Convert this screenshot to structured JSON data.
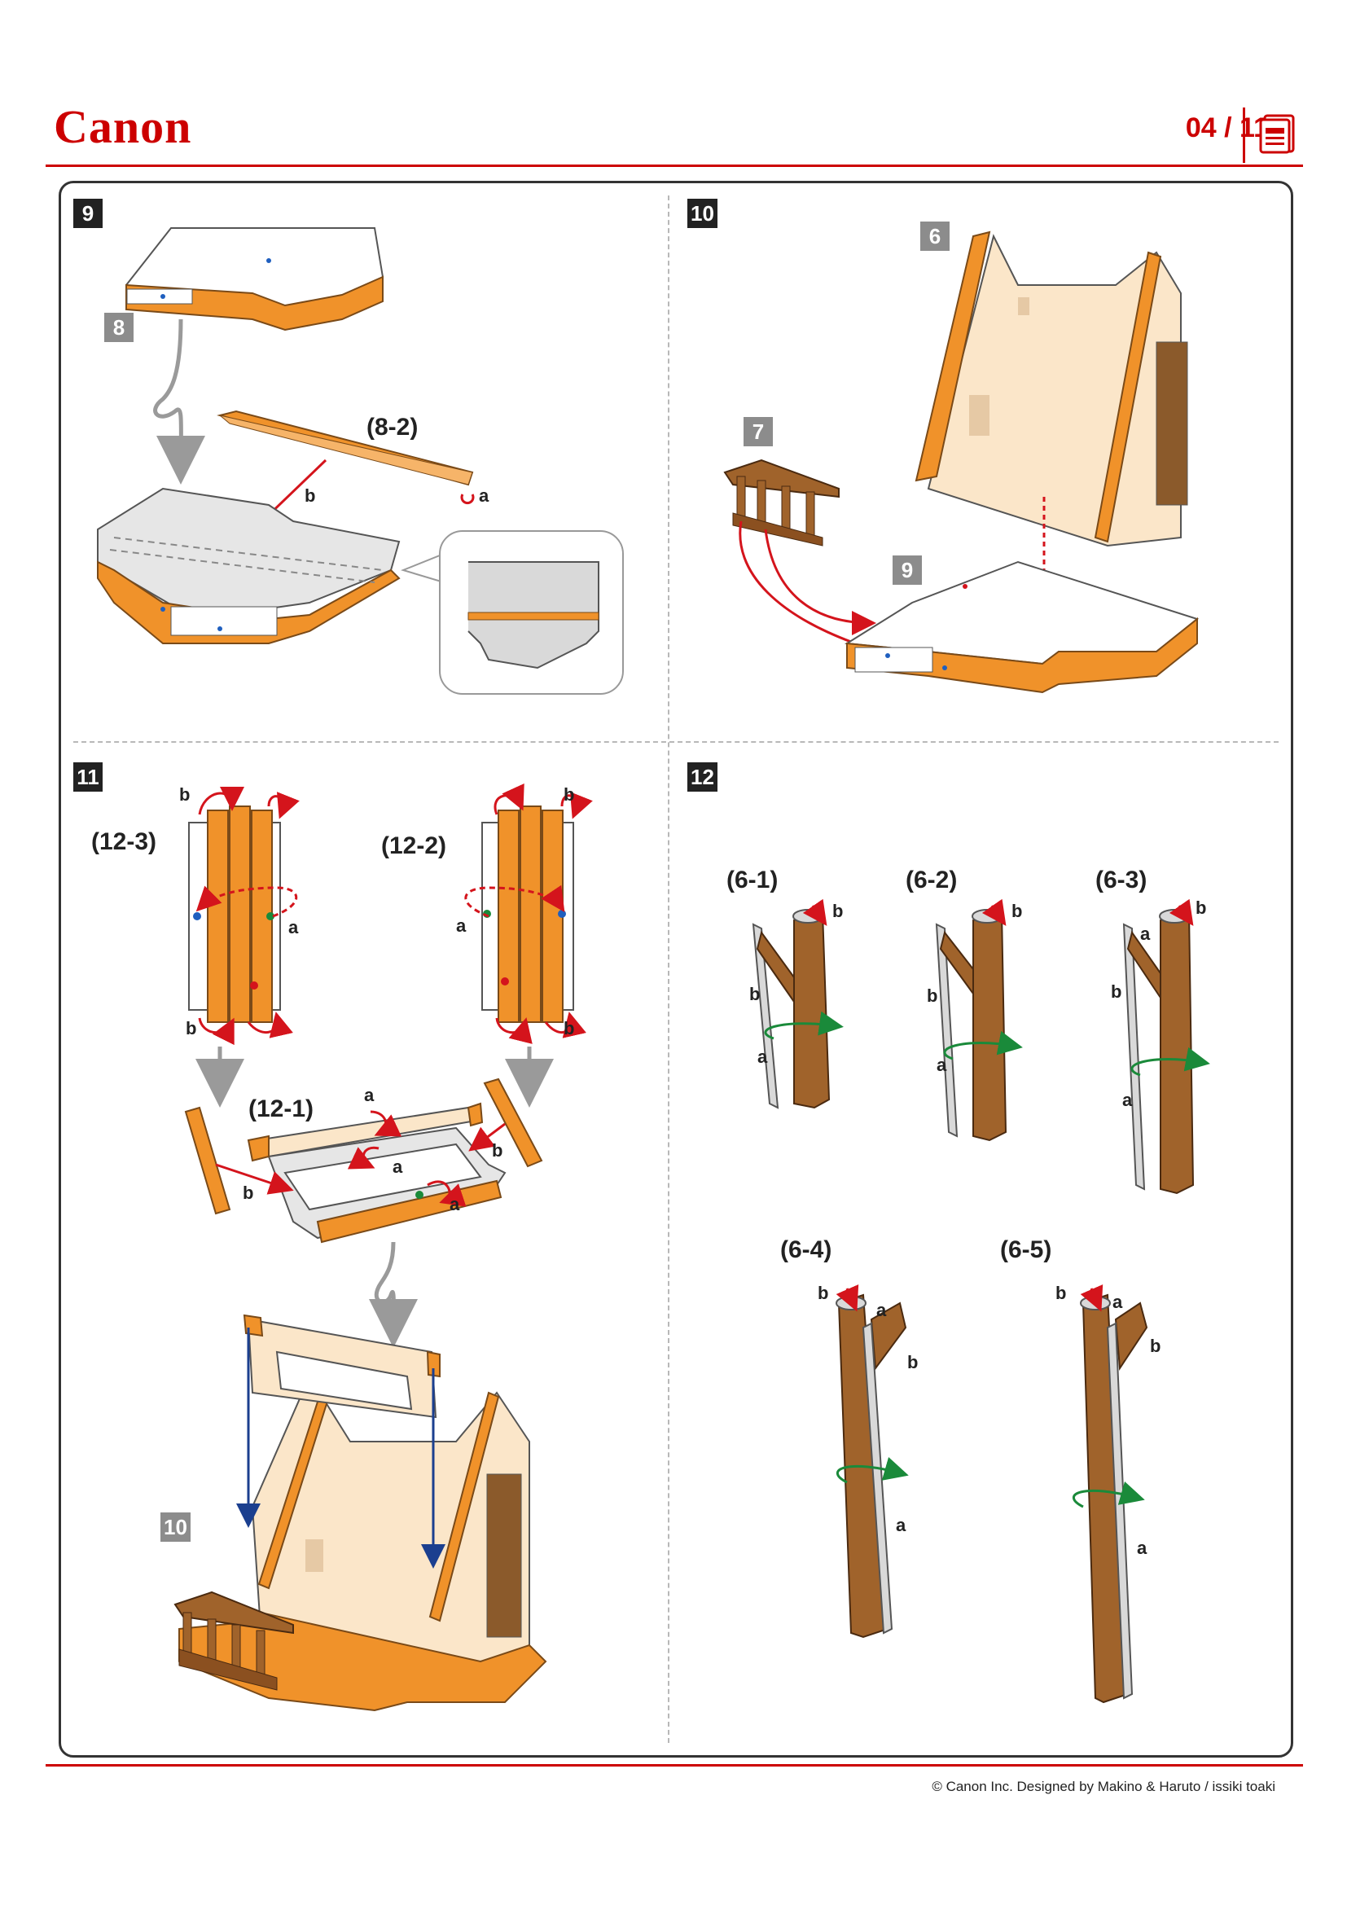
{
  "header": {
    "brand": "Canon",
    "page_indicator": "04 / 11",
    "doc_icon": "document-icon"
  },
  "steps": [
    {
      "number": "9",
      "part_badge": "8",
      "callout": "(8-2)",
      "letters": [
        "b",
        "a"
      ]
    },
    {
      "number": "10",
      "part_badges": [
        "6",
        "7",
        "9"
      ]
    },
    {
      "number": "11",
      "callouts": [
        "(12-3)",
        "(12-2)",
        "(12-1)"
      ],
      "part_badge": "10",
      "letters_12_3": [
        "b",
        "a",
        "b"
      ],
      "letters_12_2": [
        "b",
        "a",
        "b"
      ],
      "letters_12_1": [
        "a",
        "a",
        "a",
        "b",
        "b"
      ]
    },
    {
      "number": "12",
      "callouts": [
        "(6-1)",
        "(6-2)",
        "(6-3)",
        "(6-4)",
        "(6-5)"
      ],
      "letters_6_1": [
        "b",
        "b",
        "a"
      ],
      "letters_6_2": [
        "b",
        "b",
        "a"
      ],
      "letters_6_3": [
        "b",
        "a",
        "b",
        "a"
      ],
      "letters_6_4": [
        "b",
        "a",
        "b",
        "a"
      ],
      "letters_6_5": [
        "b",
        "a",
        "b",
        "a"
      ]
    }
  ],
  "colors": {
    "brand": "#cc0000",
    "orange": "#f0922a",
    "wood": "#a0632b",
    "cream": "#fbe6c9",
    "gray": "#d9d9d9"
  },
  "footer": {
    "credit": "© Canon Inc. Designed by Makino & Haruto / issiki toaki"
  }
}
